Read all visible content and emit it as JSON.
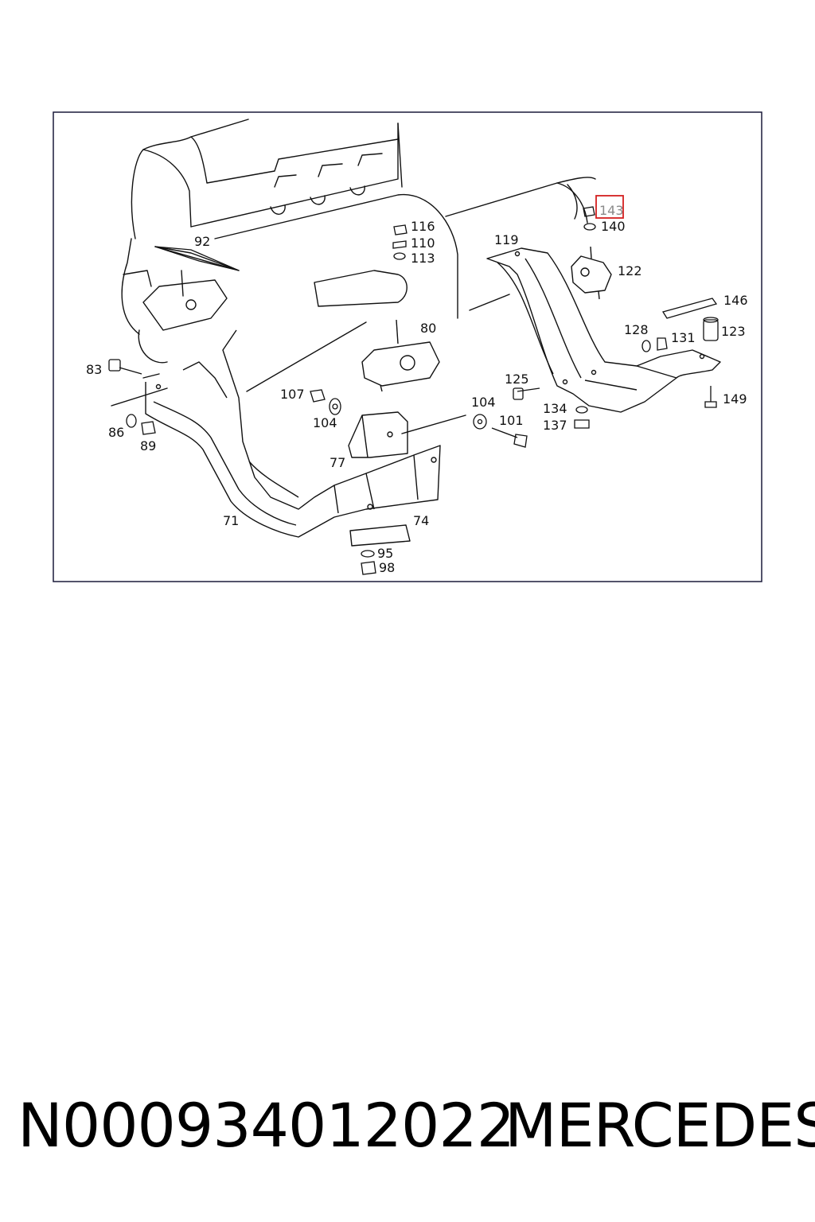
{
  "diagram": {
    "highlight_color": "#d42020",
    "highlighted_callout": "143",
    "callouts": {
      "c92": "92",
      "c116": "116",
      "c110": "110",
      "c113": "113",
      "c143": "143",
      "c140": "140",
      "c119": "119",
      "c122": "122",
      "c146": "146",
      "c80": "80",
      "c128": "128",
      "c131": "131",
      "c123": "123",
      "c83": "83",
      "c125": "125",
      "c107": "107",
      "c104a": "104",
      "c104b": "104",
      "c149": "149",
      "c134": "134",
      "c137": "137",
      "c101": "101",
      "c86": "86",
      "c89": "89",
      "c77": "77",
      "c71": "71",
      "c74": "74",
      "c95": "95",
      "c98": "98"
    }
  },
  "caption": {
    "part_number": "N000934012022",
    "brand": "MERCEDES"
  }
}
